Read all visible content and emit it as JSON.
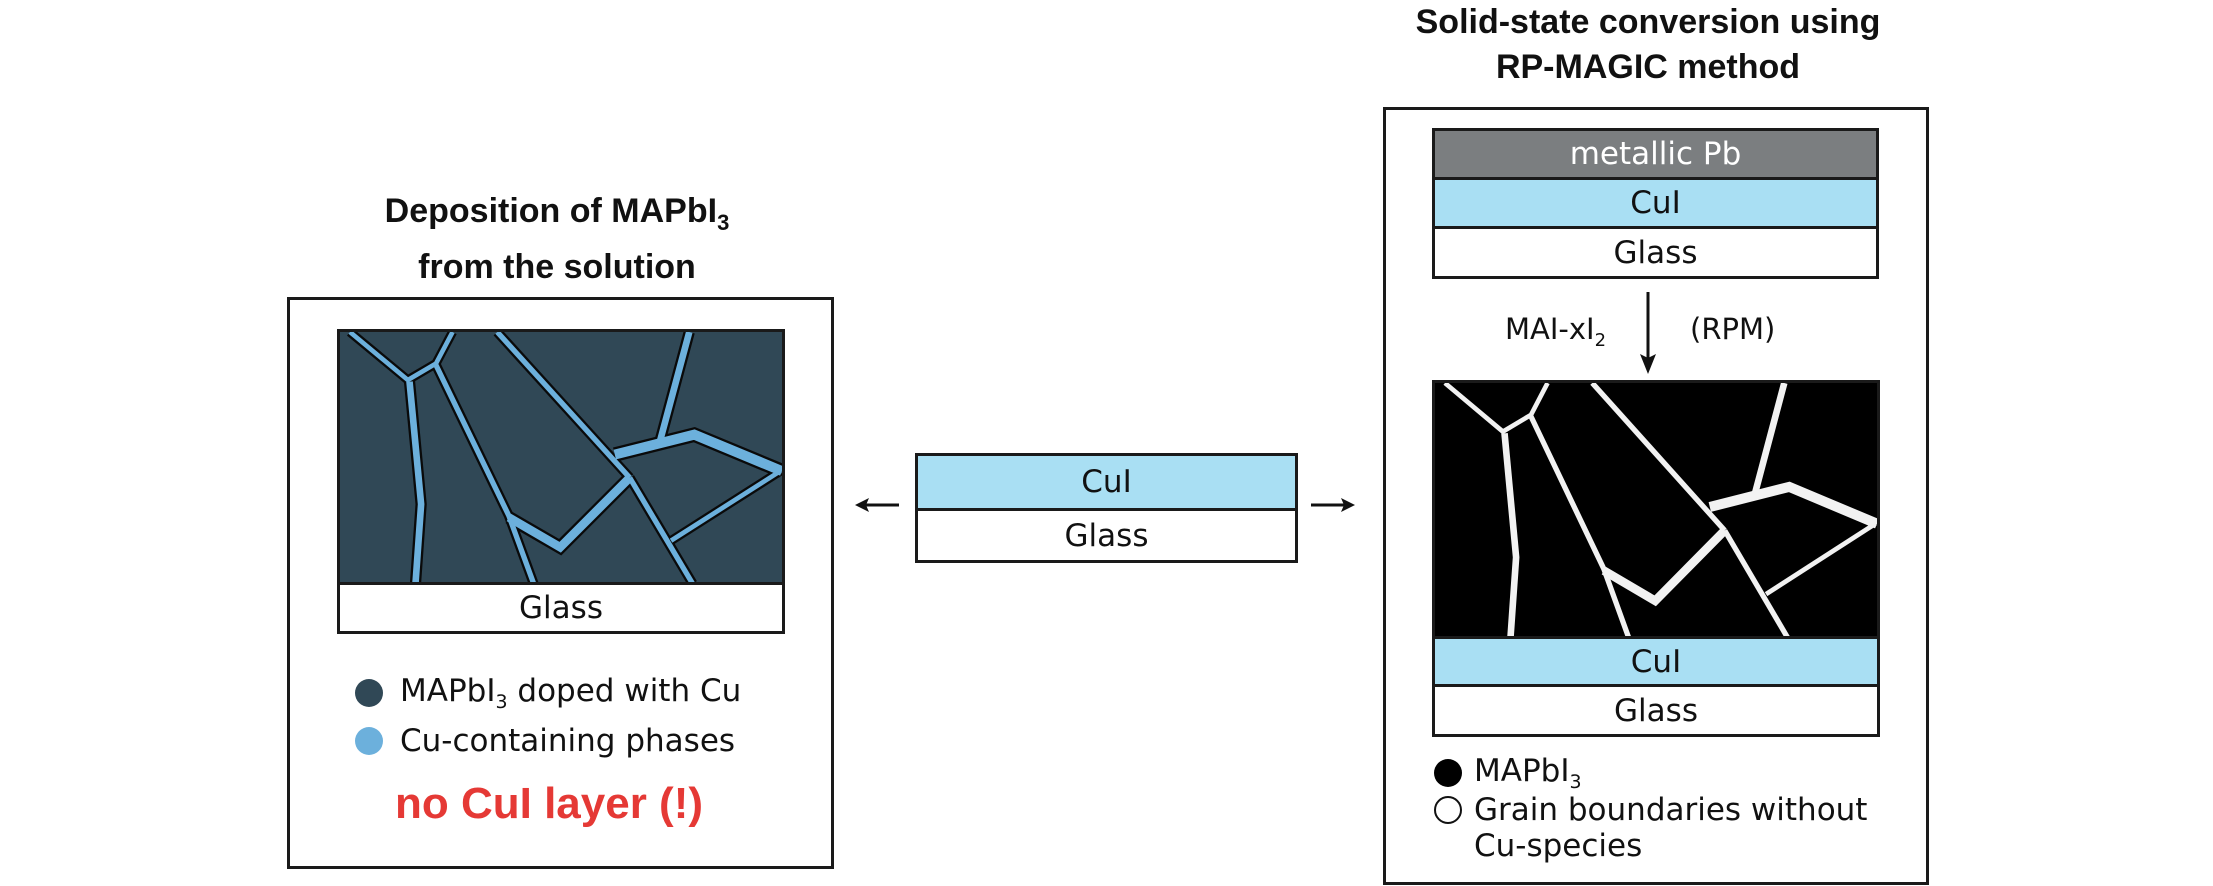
{
  "left": {
    "title_line1_prefix": "Deposition of MAPbI",
    "title_line1_sub": "3",
    "title_line2": "from the solution",
    "substrate_label": "Glass",
    "legend": [
      {
        "label_prefix": "MAPbI",
        "label_sub": "3",
        "label_suffix": " doped with Cu",
        "color": "#304856"
      },
      {
        "label_prefix": "Cu-containing phases",
        "label_sub": "",
        "label_suffix": "",
        "color": "#6cb0dc"
      }
    ],
    "warning": "no CuI layer (!)",
    "colors": {
      "grain": "#304856",
      "boundary": "#6cb0dc",
      "warning": "#e53935"
    }
  },
  "center": {
    "layers": [
      {
        "label": "CuI",
        "color": "#a9dff3"
      },
      {
        "label": "Glass",
        "color": "#ffffff"
      }
    ],
    "arrow_left": "left-arrow",
    "arrow_right": "right-arrow"
  },
  "right": {
    "title_line1": "Solid-state conversion using",
    "title_line2": "RP-MAGIC method",
    "precursor_stack": [
      {
        "label": "metallic Pb",
        "color": "#7b7e80"
      },
      {
        "label": "CuI",
        "color": "#a9dff3"
      },
      {
        "label": "Glass",
        "color": "#ffffff"
      }
    ],
    "process_left_prefix": "MAI-xI",
    "process_left_sub": "2",
    "process_right": "(RPM)",
    "result_stack": [
      {
        "label": "CuI",
        "color": "#a9dff3"
      },
      {
        "label": "Glass",
        "color": "#ffffff"
      }
    ],
    "legend": [
      {
        "label_prefix": "MAPbI",
        "label_sub": "3",
        "fill": "#000000"
      },
      {
        "label_line1": "Grain boundaries without",
        "label_line2": "Cu-species",
        "fill": "#ffffff"
      }
    ],
    "colors": {
      "grain": "#000000",
      "boundary": "#f2f2f2"
    }
  }
}
